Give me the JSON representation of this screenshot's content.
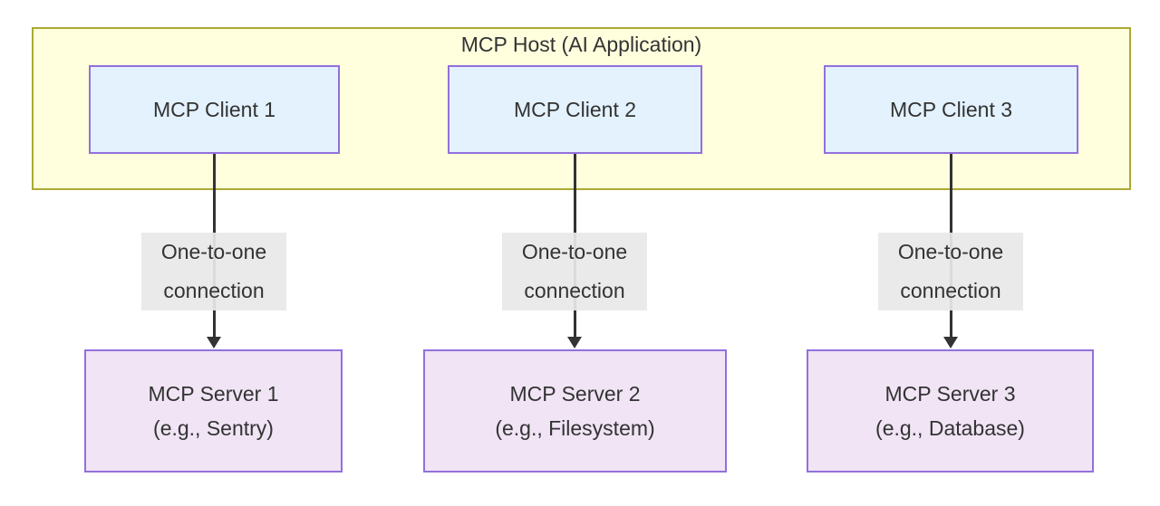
{
  "diagram": {
    "host": {
      "title": "MCP Host (AI Application)"
    },
    "clients": [
      {
        "label": "MCP Client 1"
      },
      {
        "label": "MCP Client 2"
      },
      {
        "label": "MCP Client 3"
      }
    ],
    "connections": [
      {
        "label_line1": "One-to-one",
        "label_line2": "connection"
      },
      {
        "label_line1": "One-to-one",
        "label_line2": "connection"
      },
      {
        "label_line1": "One-to-one",
        "label_line2": "connection"
      }
    ],
    "servers": [
      {
        "name": "MCP Server 1",
        "example": "(e.g., Sentry)"
      },
      {
        "name": "MCP Server 2",
        "example": "(e.g., Filesystem)"
      },
      {
        "name": "MCP Server 3",
        "example": "(e.g., Database)"
      }
    ],
    "colors": {
      "host_fill": "#ffffde",
      "host_border": "#aaaa33",
      "client_fill": "#e3f2fd",
      "client_border": "#9370db",
      "server_fill": "#f0e4f5",
      "server_border": "#9370db",
      "edge_label_bg": "#e8e8e8",
      "edge_color": "#333333",
      "text_color": "#333333"
    }
  }
}
